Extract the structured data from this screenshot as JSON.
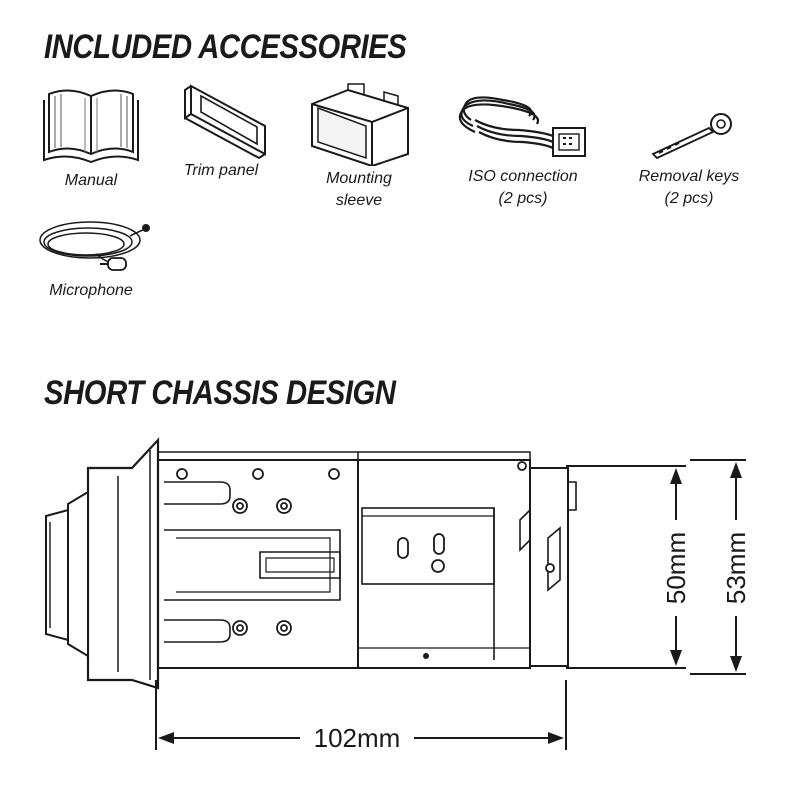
{
  "sections": {
    "accessories_title": "INCLUDED ACCESSORIES",
    "chassis_title": "SHORT CHASSIS DESIGN"
  },
  "accessories": [
    {
      "icon": "book-icon",
      "lines": [
        "Manual"
      ]
    },
    {
      "icon": "trim-panel-icon",
      "lines": [
        "Trim panel"
      ]
    },
    {
      "icon": "mounting-sleeve-icon",
      "lines": [
        "Mounting",
        "sleeve"
      ]
    },
    {
      "icon": "iso-connector-icon",
      "lines": [
        "ISO connection",
        "(2 pcs)"
      ]
    },
    {
      "icon": "removal-key-icon",
      "lines": [
        "Removal keys",
        "(2 pcs)"
      ]
    },
    {
      "icon": "microphone-icon",
      "lines": [
        "Microphone"
      ]
    }
  ],
  "dimensions": {
    "width": "102mm",
    "inner_height": "50mm",
    "outer_height": "53mm"
  }
}
